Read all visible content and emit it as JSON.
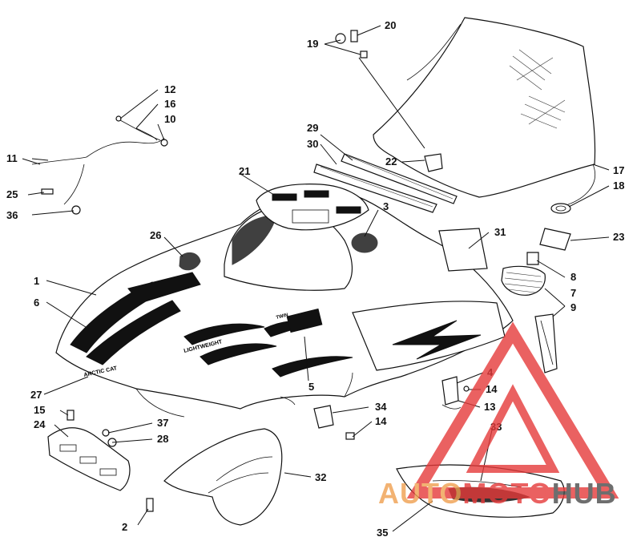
{
  "callouts": [
    "1",
    "2",
    "3",
    "4",
    "5",
    "6",
    "7",
    "8",
    "9",
    "10",
    "11",
    "12",
    "13",
    "14",
    "15",
    "16",
    "17",
    "18",
    "19",
    "20",
    "21",
    "22",
    "23",
    "24",
    "25",
    "26",
    "27",
    "28",
    "29",
    "30",
    "31",
    "32",
    "33",
    "34",
    "35",
    "36",
    "37"
  ],
  "hood_labels": {
    "brand": "ARCTIC CAT",
    "model_line": "LIGHTWEIGHT",
    "twin": "TWIN"
  },
  "watermark": {
    "segments": [
      "AUTO",
      "MOTO",
      "HUB"
    ],
    "colors": {
      "auto": "#f0a050",
      "moto": "#e63a3a",
      "hub": "#4a4a4a",
      "triangle": "#e63a3a"
    }
  }
}
